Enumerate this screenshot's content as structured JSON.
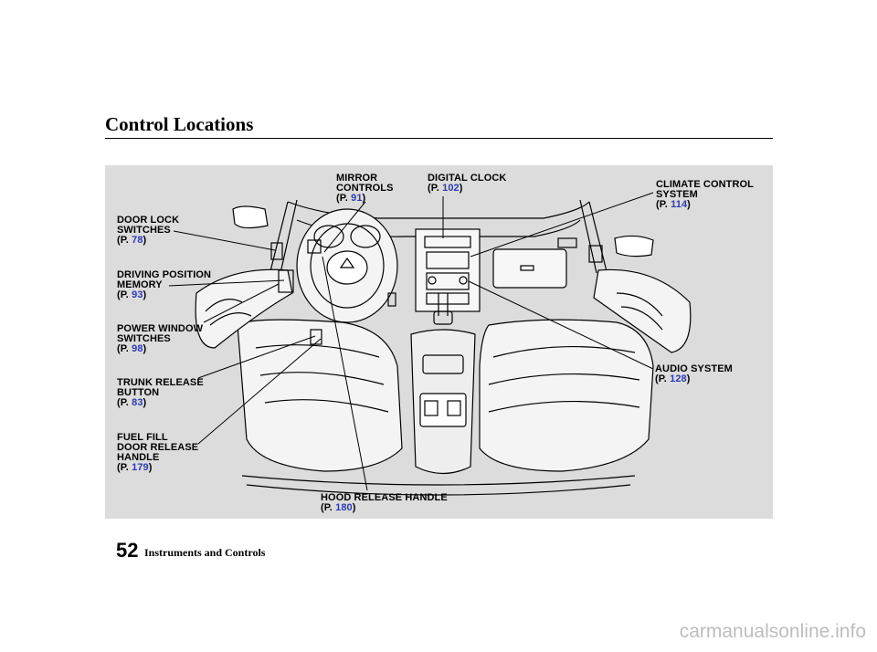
{
  "title": "Control Locations",
  "labels": {
    "mirror": {
      "lines": [
        "MIRROR",
        "CONTROLS"
      ],
      "ref_prefix": "(P. ",
      "ref": "91",
      "ref_suffix": ")"
    },
    "clock": {
      "lines": [
        "DIGITAL CLOCK"
      ],
      "ref_prefix": "(P. ",
      "ref": "102",
      "ref_suffix": ")"
    },
    "climate": {
      "lines": [
        "CLIMATE CONTROL",
        "SYSTEM"
      ],
      "ref_prefix": "(P. ",
      "ref": "114",
      "ref_suffix": ")"
    },
    "door_lock": {
      "lines": [
        "DOOR LOCK",
        "SWITCHES"
      ],
      "ref_prefix": "(P. ",
      "ref": "78",
      "ref_suffix": ")"
    },
    "driving": {
      "lines": [
        "DRIVING POSITION",
        "MEMORY"
      ],
      "ref_prefix": "(P. ",
      "ref": "93",
      "ref_suffix": ")"
    },
    "power_window": {
      "lines": [
        "POWER WINDOW",
        "SWITCHES"
      ],
      "ref_prefix": "(P. ",
      "ref": "98",
      "ref_suffix": ")"
    },
    "trunk": {
      "lines": [
        "TRUNK RELEASE",
        "BUTTON"
      ],
      "ref_prefix": "(P. ",
      "ref": "83",
      "ref_suffix": ")"
    },
    "fuel": {
      "lines": [
        "FUEL FILL",
        "DOOR RELEASE",
        "HANDLE"
      ],
      "ref_prefix": "(P. ",
      "ref": "179",
      "ref_suffix": ")"
    },
    "hood": {
      "lines": [
        "HOOD RELEASE HANDLE"
      ],
      "ref_prefix": "(P. ",
      "ref": "180",
      "ref_suffix": ")"
    },
    "audio": {
      "lines": [
        "AUDIO SYSTEM"
      ],
      "ref_prefix": "(P. ",
      "ref": "128",
      "ref_suffix": ")"
    }
  },
  "page_number": "52",
  "section": "Instruments and Controls",
  "watermark": "carmanualsonline.info",
  "colors": {
    "panel": "#dcdcdc",
    "ref_link": "#2b3bb8",
    "line_art": "#000000"
  }
}
